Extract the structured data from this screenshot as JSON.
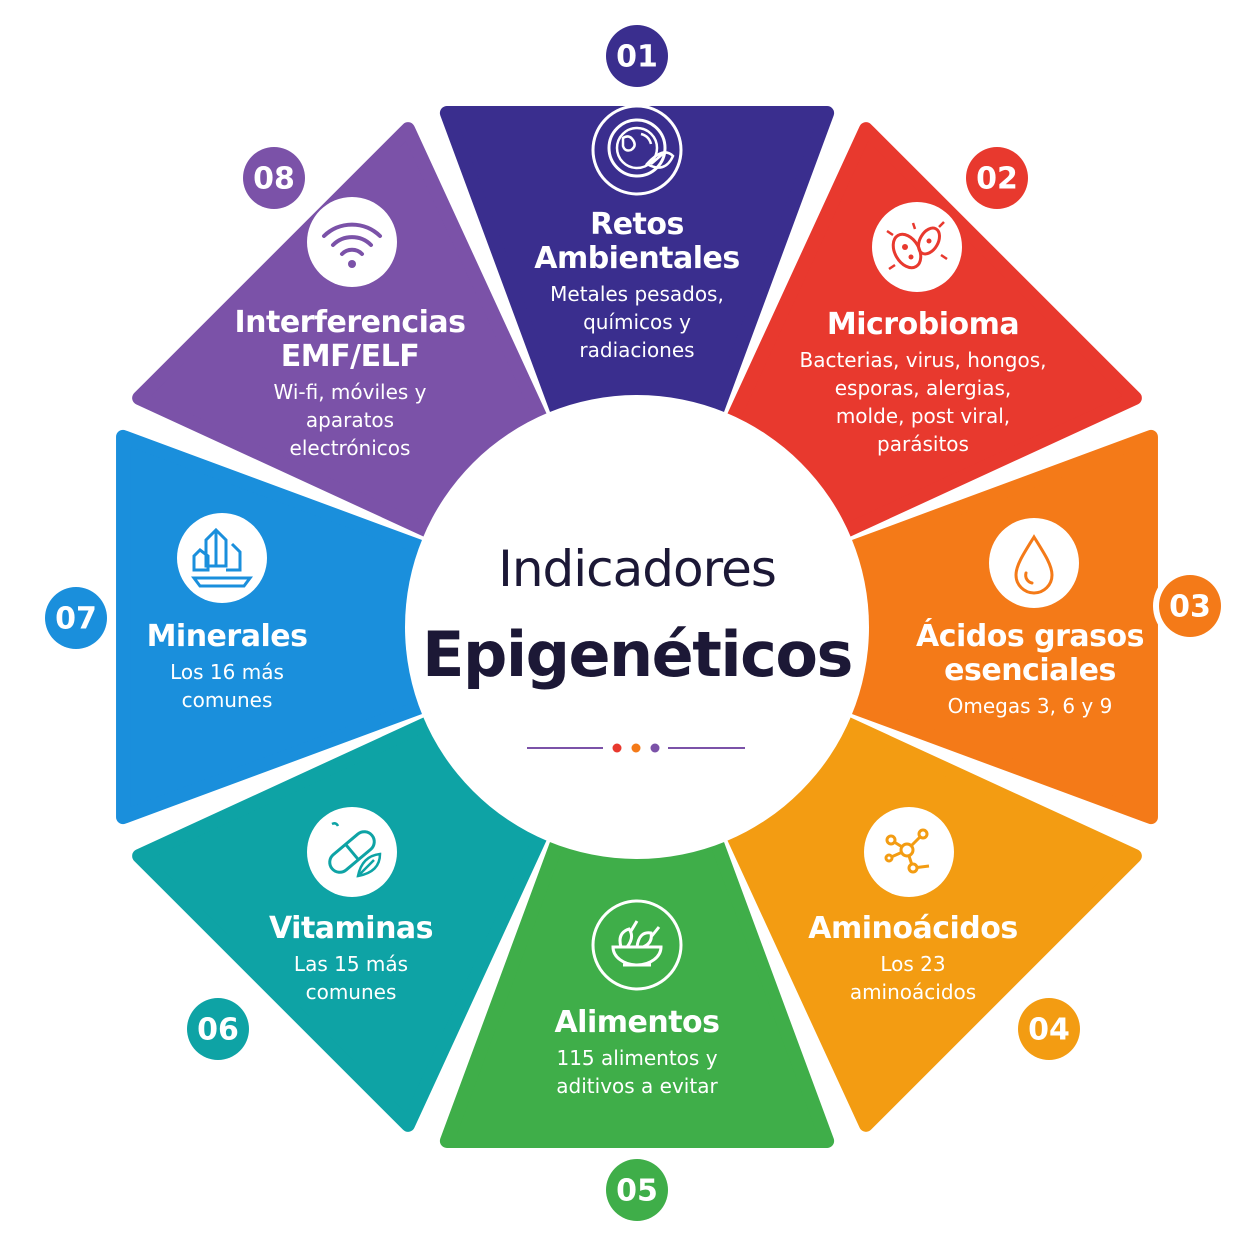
{
  "center": {
    "line1": "Indicadores",
    "line2": "Epigenéticos"
  },
  "segments": [
    {
      "number": "01",
      "title": "Retos\nAmbientales",
      "description": "Metales pesados,\nquímicos y\nradiaciones",
      "color": "#3a2e8e",
      "icon": "globe-leaf-icon"
    },
    {
      "number": "02",
      "title": "Microbioma",
      "description": "Bacterias, virus, hongos,\nesporas, alergias,\nmolde, post viral,\nparásitos",
      "color": "#e8392e",
      "icon": "bacteria-icon"
    },
    {
      "number": "03",
      "title": "Ácidos grasos\nesenciales",
      "description": "Omegas 3, 6 y 9",
      "color": "#f47a18",
      "icon": "oil-drop-icon"
    },
    {
      "number": "04",
      "title": "Aminoácidos",
      "description": "Los 23\naminoácidos",
      "color": "#f39c12",
      "icon": "molecule-icon"
    },
    {
      "number": "05",
      "title": "Alimentos",
      "description": "115 alimentos y\naditivos a evitar",
      "color": "#3fae49",
      "icon": "salad-bowl-icon"
    },
    {
      "number": "06",
      "title": "Vitaminas",
      "description": "Las 15 más\ncomunes",
      "color": "#0ea3a5",
      "icon": "capsule-leaf-icon"
    },
    {
      "number": "07",
      "title": "Minerales",
      "description": "Los 16 más\ncomunes",
      "color": "#1a8fdc",
      "icon": "crystal-icon"
    },
    {
      "number": "08",
      "title": "Interferencias\nEMF/ELF",
      "description": "Wi-fi, móviles y\naparatos\nelectrónicos",
      "color": "#7b52a8",
      "icon": "wifi-icon"
    }
  ],
  "divider": {
    "dot_colors": [
      "#e8392e",
      "#f47a18",
      "#7b52a8"
    ],
    "line_color": "#7b52a8"
  }
}
